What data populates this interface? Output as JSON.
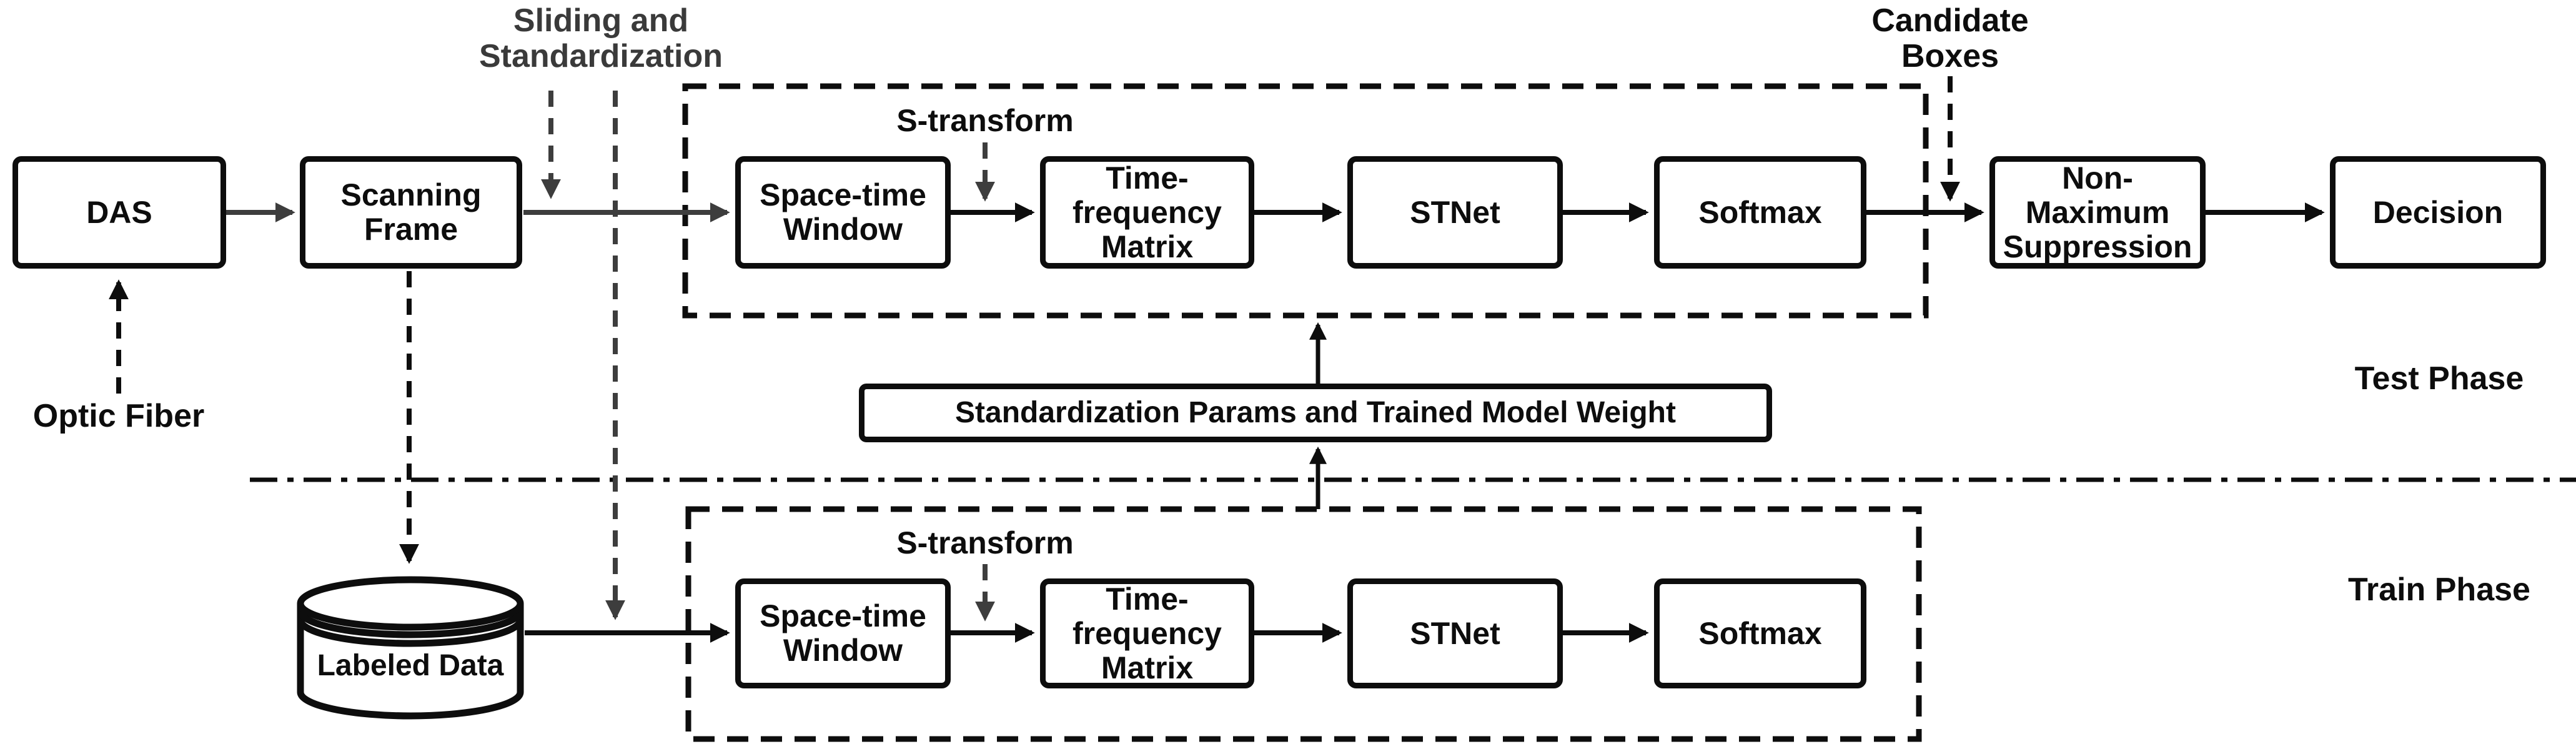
{
  "diagram": {
    "annotations": {
      "sliding": "Sliding and Standardization",
      "s_transform_test": "S-transform",
      "s_transform_train": "S-transform",
      "candidate_boxes": "Candidate Boxes",
      "optic_fiber": "Optic Fiber"
    },
    "phase_labels": {
      "test": "Test Phase",
      "train": "Train Phase"
    },
    "test_row": {
      "das": "DAS",
      "scanning_frame": "Scanning Frame",
      "space_time_window": "Space-time Window",
      "time_frequency_matrix": "Time-frequency Matrix",
      "stnet": "STNet",
      "softmax": "Softmax",
      "non_maximum_suppression": "Non-Maximum Suppression",
      "decision": "Decision"
    },
    "shared": {
      "standardization_params": "Standardization Params and Trained Model Weight"
    },
    "train_row": {
      "labeled_data": "Labeled Data",
      "space_time_window": "Space-time Window",
      "time_frequency_matrix": "Time-frequency Matrix",
      "stnet": "STNet",
      "softmax": "Softmax"
    },
    "colors": {
      "background": "#ffffff",
      "line_black": "#0d0d0d",
      "line_gray": "#3d3d3d"
    }
  }
}
